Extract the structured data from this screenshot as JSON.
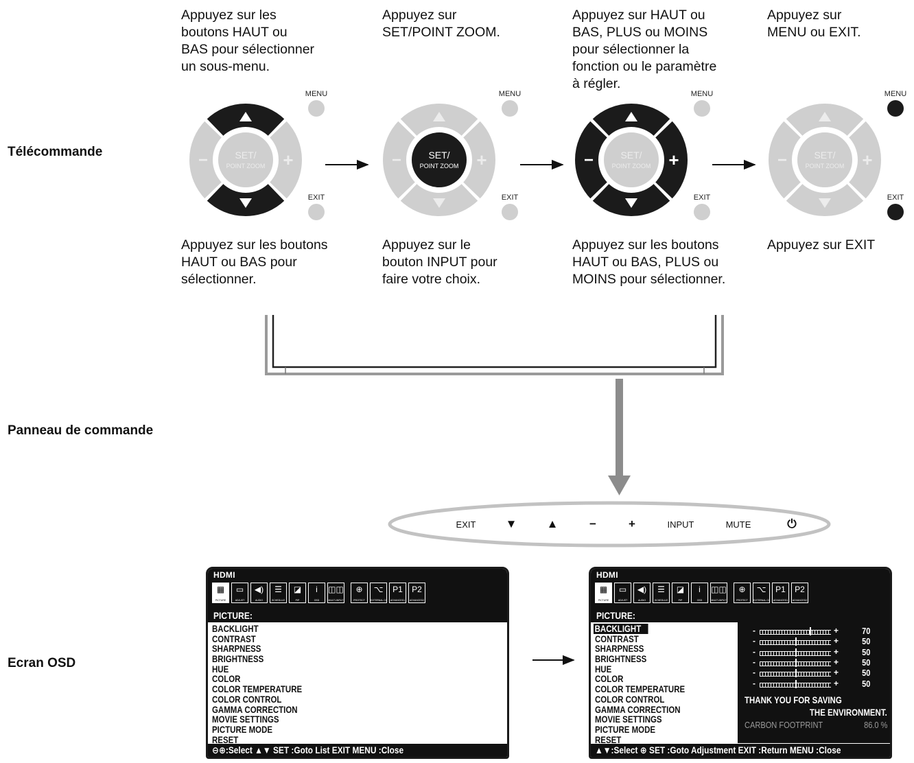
{
  "rows": {
    "remote": "Télécommande",
    "panel": "Panneau de commande",
    "osd": "Ecran OSD"
  },
  "steps": [
    {
      "top_text": "Appuyez sur les\nboutons HAUT ou\nBAS pour sélectionner\nun sous-menu.",
      "bottom_text": "Appuyez sur les boutons\nHAUT ou BAS pour\nsélectionner."
    },
    {
      "top_text": "Appuyez sur\nSET/POINT ZOOM.",
      "bottom_text": "Appuyez sur le\nbouton INPUT pour\nfaire votre choix."
    },
    {
      "top_text": "Appuyez sur HAUT ou\nBAS, PLUS ou MOINS\npour sélectionner la\nfonction ou le paramètre\nà régler.",
      "bottom_text": "Appuyez sur les boutons\nHAUT ou BAS, PLUS ou\nMOINS pour sélectionner."
    },
    {
      "top_text": "Appuyez sur\nMENU ou EXIT.",
      "bottom_text": "Appuyez sur EXIT"
    }
  ],
  "remote_labels": {
    "menu": "MENU",
    "exit": "EXIT",
    "set_line1": "SET/",
    "set_line2": "POINT ZOOM",
    "minus": "−",
    "plus": "+"
  },
  "control_panel": {
    "buttons": [
      "EXIT",
      "▼",
      "▲",
      "−",
      "+",
      "INPUT",
      "MUTE",
      "⏻"
    ]
  },
  "osd": {
    "source": "HDMI",
    "section": "PICTURE:",
    "icon_labels": [
      "PICTURE",
      "ADJUST",
      "AUDIO",
      "SCHEDULE",
      "PIP",
      "OSD",
      "MULTI-INPUT",
      "PROTECT",
      "EXTERNAL CONTROL",
      "ADVANCED1",
      "ADVANCED2"
    ],
    "icon_glyphs": [
      "▦",
      "▭",
      "◀)",
      "☰",
      "◪",
      "i",
      "◫◫",
      "⊕",
      "⌥",
      "P1",
      "P2"
    ],
    "items": [
      "BACKLIGHT",
      "CONTRAST",
      "SHARPNESS",
      "BRIGHTNESS",
      "HUE",
      "COLOR",
      "COLOR TEMPERATURE",
      "COLOR CONTROL",
      "GAMMA CORRECTION",
      "MOVIE SETTINGS",
      "PICTURE MODE",
      "RESET"
    ],
    "footer_left": "⊖⊕:Select ▲▼ SET :Goto List  EXIT MENU :Close",
    "footer_right": "▲▼:Select ⊕ SET :Goto Adjustment  EXIT :Return  MENU :Close",
    "slider_values": [
      70,
      50,
      50,
      50,
      50,
      50
    ],
    "eco_line1": "THANK YOU FOR SAVING",
    "eco_line2": "THE ENVIRONMENT.",
    "carbon_label": "CARBON FOOTPRINT",
    "carbon_value": "86.0 %"
  },
  "colors": {
    "active": "#1b1b1b",
    "inactive": "#cfcfcf",
    "inactive_text": "#ececec",
    "arrow": "#8c8c8c"
  }
}
